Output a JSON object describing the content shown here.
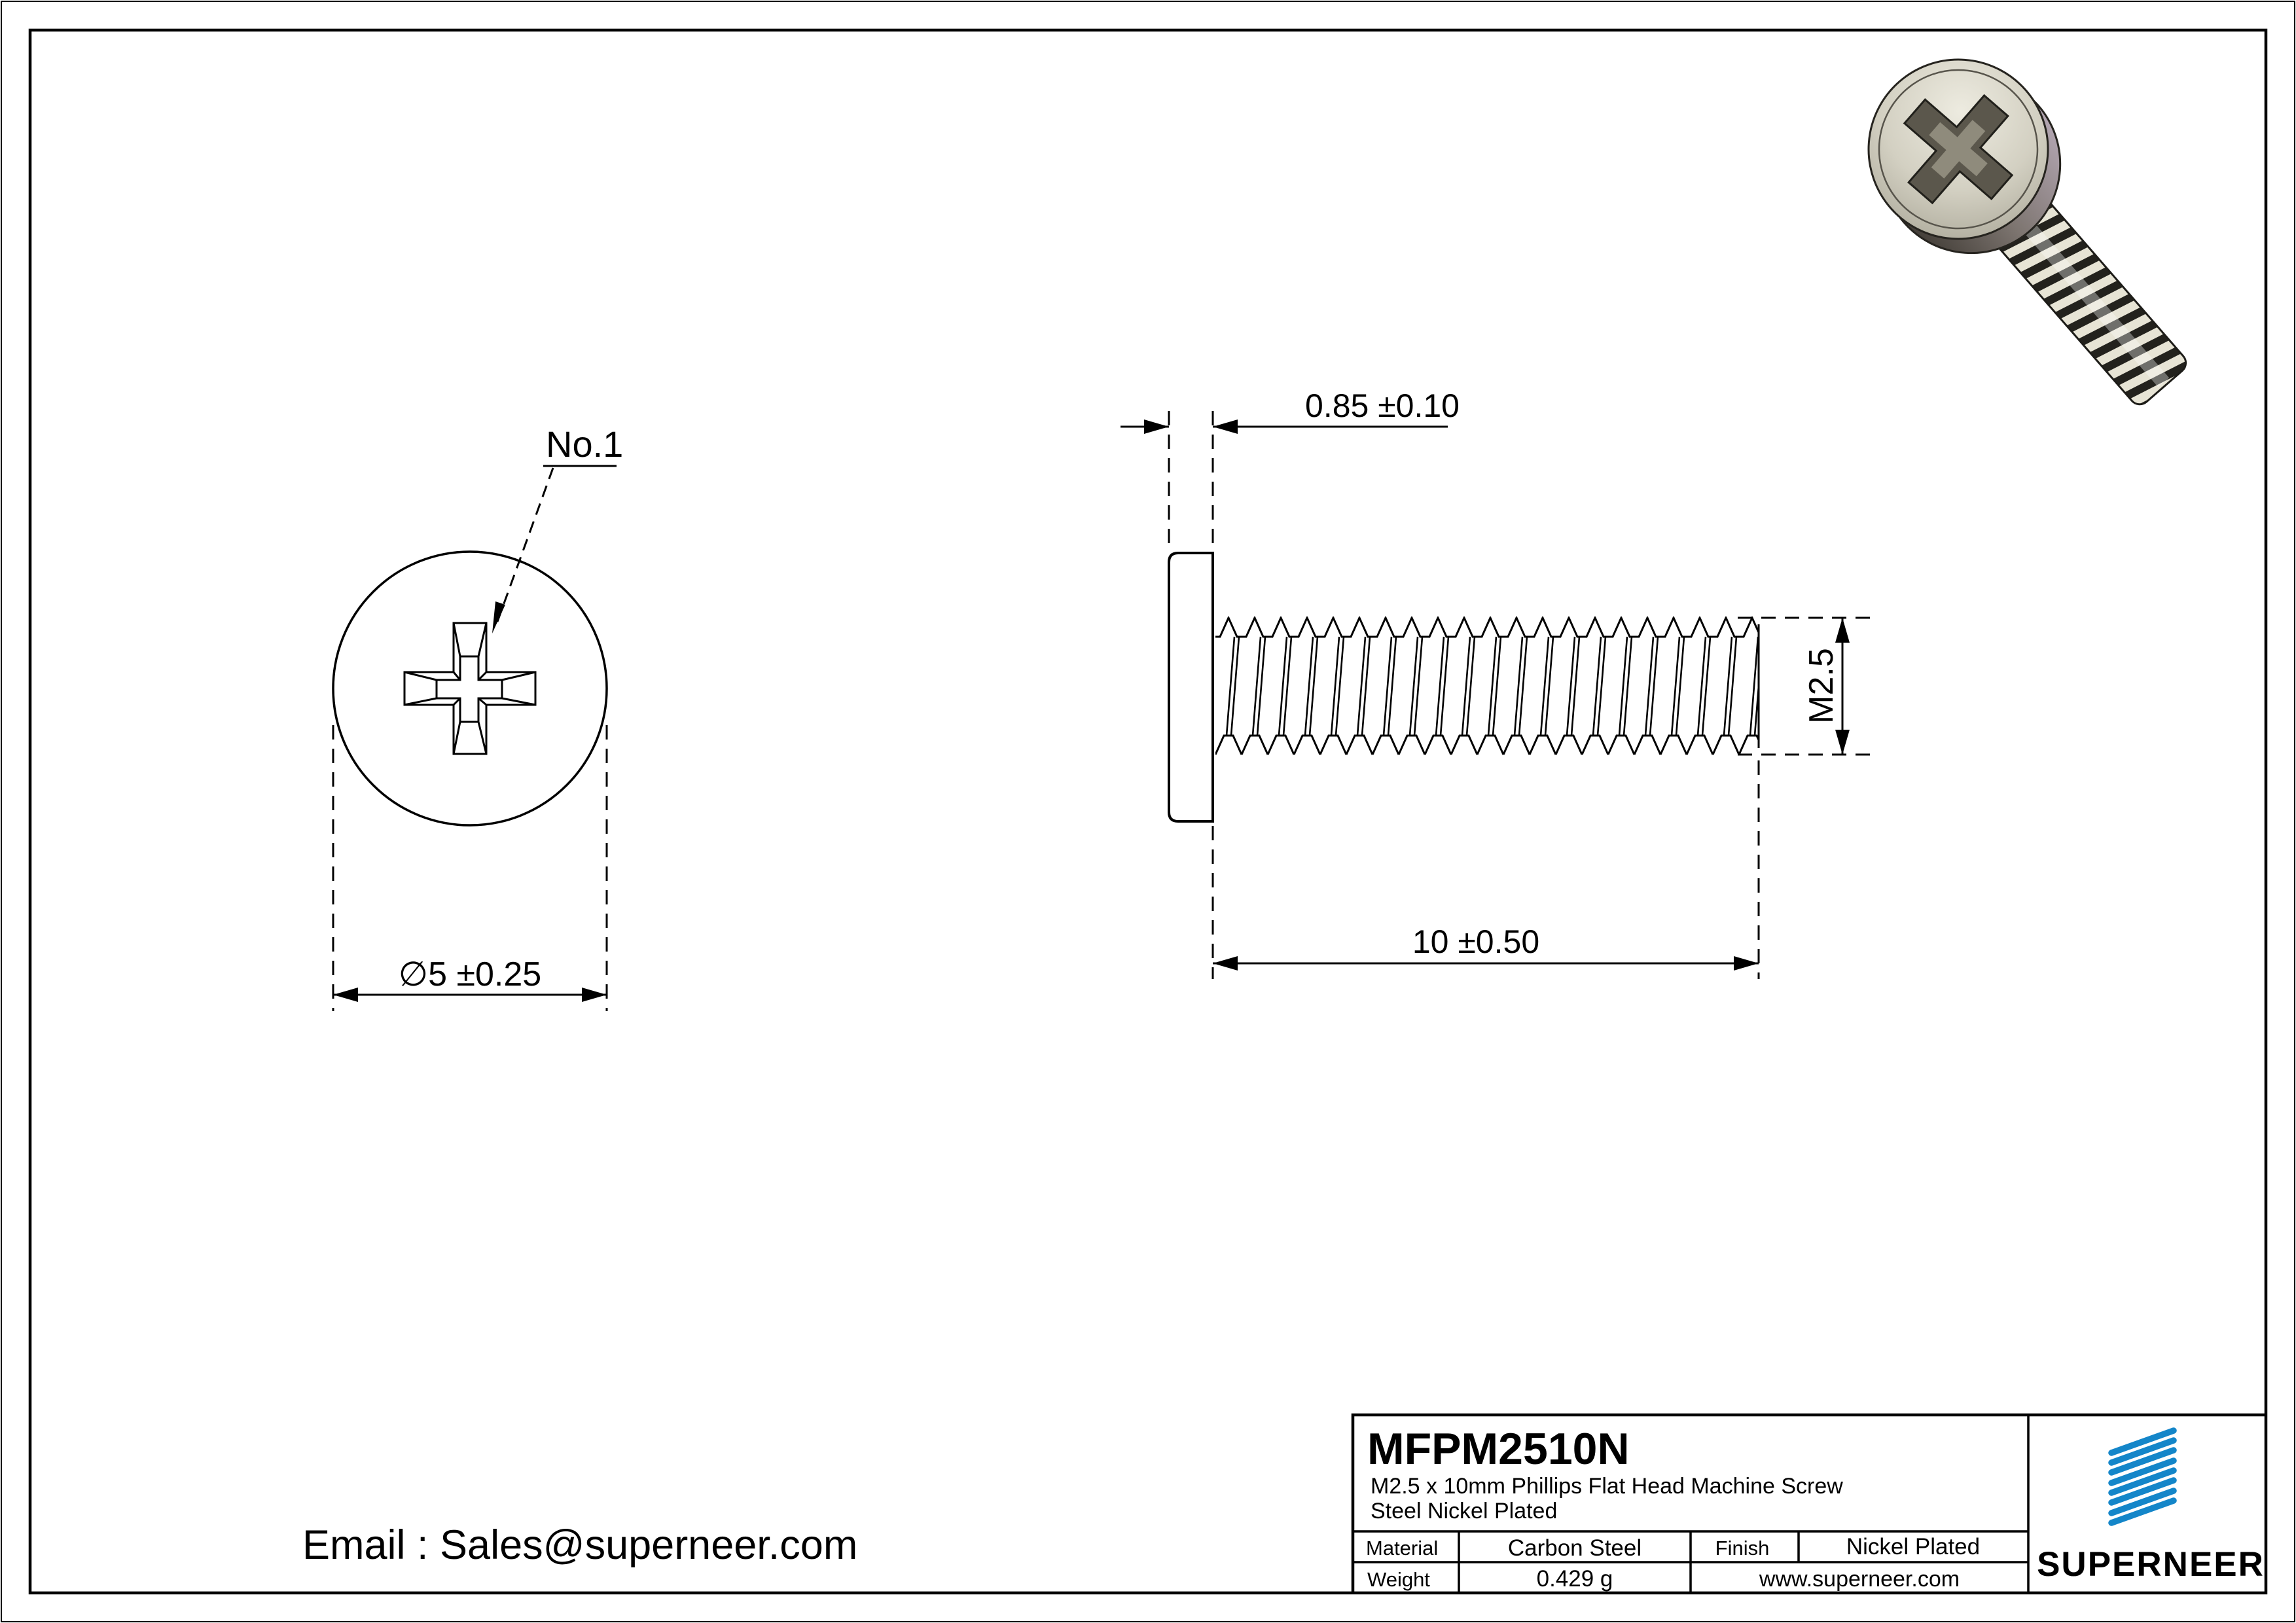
{
  "sheet": {
    "views": {
      "front": {
        "recess_label": "No.1",
        "diameter_dim": "∅5 ±0.25"
      },
      "side": {
        "head_thickness_dim": "0.85 ±0.10",
        "length_dim": "10 ±0.50",
        "thread_size_dim": "M2.5"
      }
    },
    "contact_email": "Email : Sales@superneer.com",
    "title_block": {
      "part_number": "MFPM2510N",
      "description_line1": "M2.5 x 10mm Phillips Flat Head Machine Screw",
      "description_line2": "Steel Nickel Plated",
      "material_label": "Material",
      "material_value": "Carbon Steel",
      "finish_label": "Finish",
      "finish_value": "Nickel Plated",
      "weight_label": "Weight",
      "weight_value": "0.429 g",
      "website": "www.superneer.com",
      "brand_name": "SUPERNEER"
    },
    "colors": {
      "brand_blue": "#1486c9",
      "link_blue": "#2e90da"
    }
  }
}
